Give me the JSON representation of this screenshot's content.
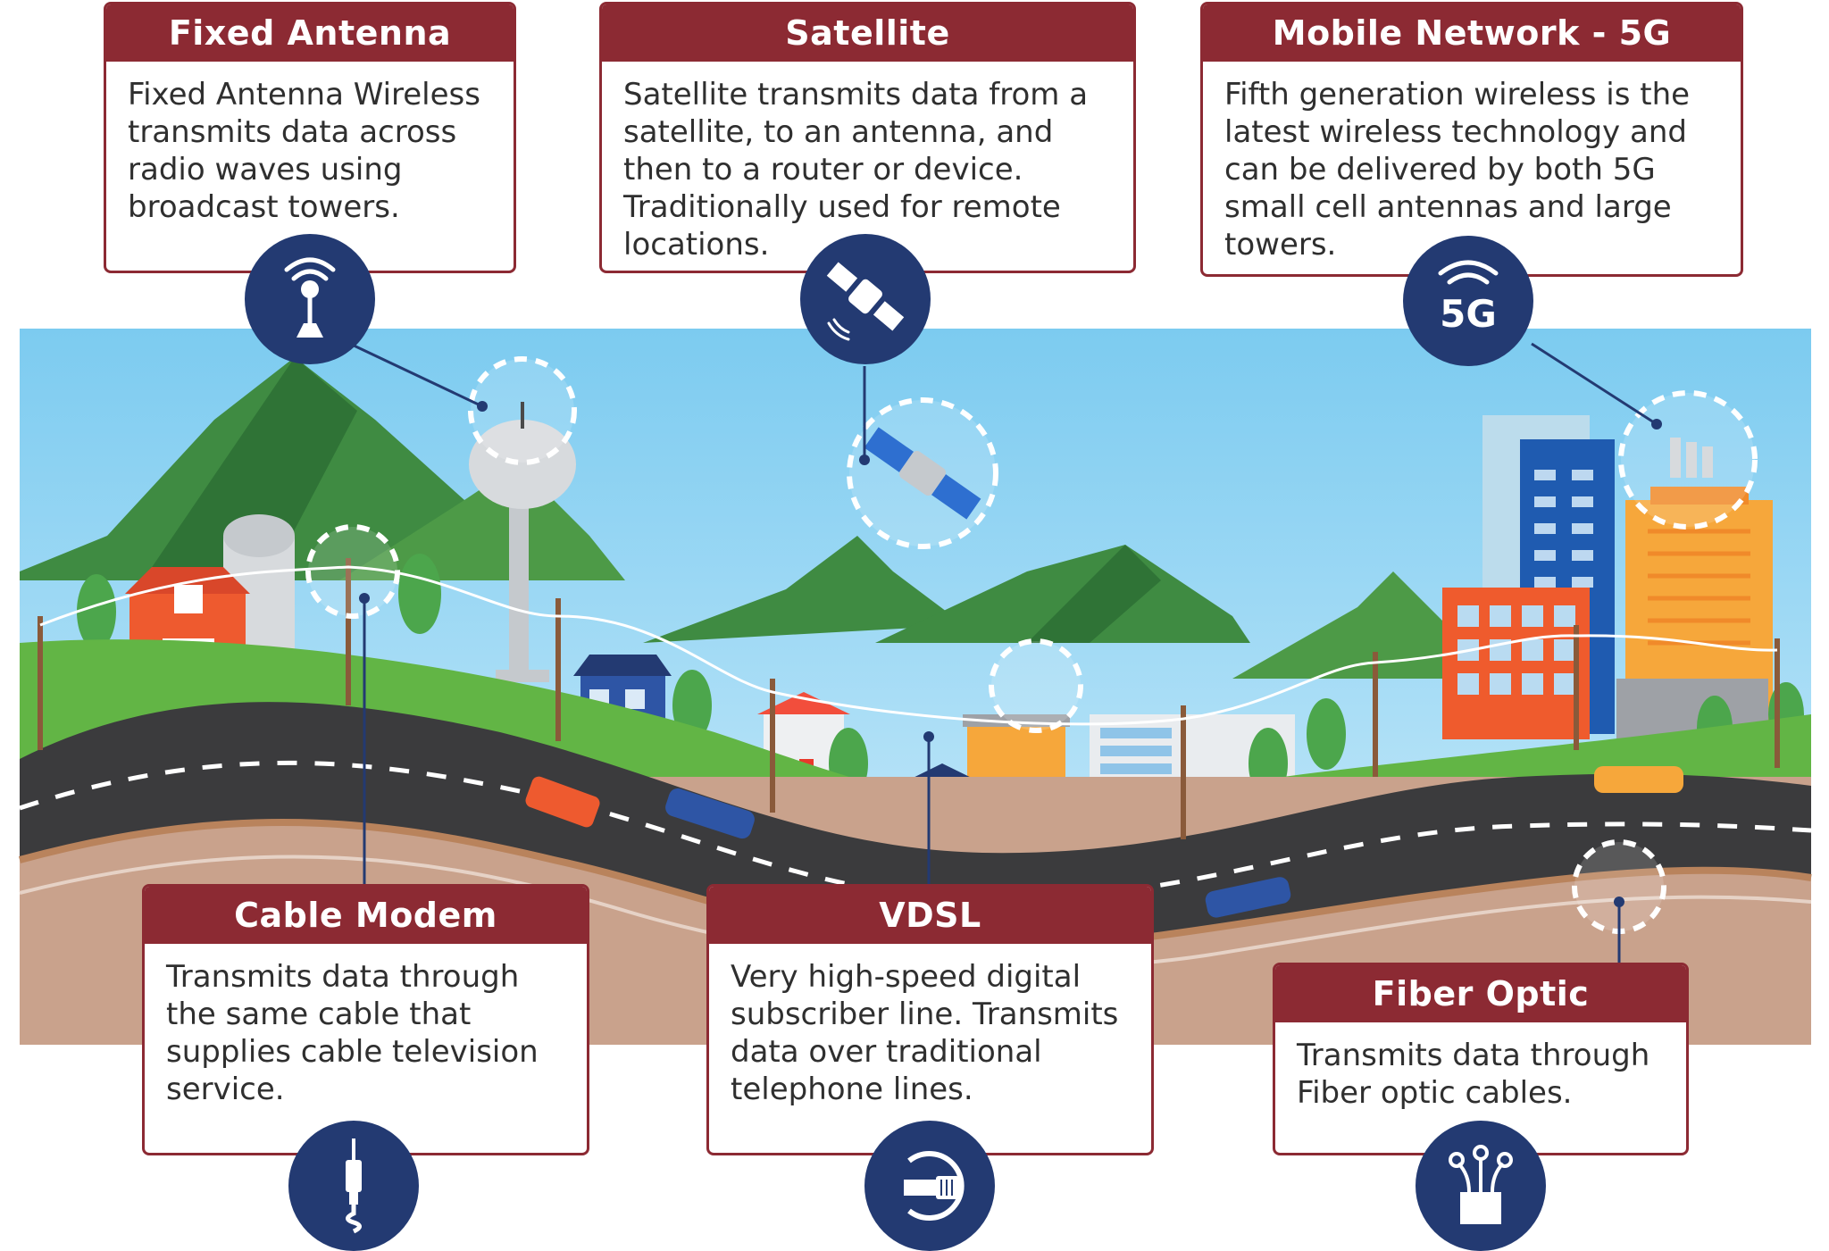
{
  "cards": {
    "fixed_antenna": {
      "title": "Fixed Antenna",
      "text": "Fixed Antenna Wireless transmits data across radio waves using broadcast towers."
    },
    "satellite": {
      "title": "Satellite",
      "text": "Satellite transmits data from a satellite, to an antenna, and then to a router or device. Traditionally used for remote locations."
    },
    "mobile_5g": {
      "title": "Mobile Network - 5G",
      "text": "Fifth generation wireless is the latest wireless technology and can be delivered by both 5G small cell antennas and large towers.",
      "icon_label": "5G"
    },
    "cable_modem": {
      "title": "Cable Modem",
      "text": "Transmits data through the same cable that supplies cable television service."
    },
    "vdsl": {
      "title": "VDSL",
      "text": "Very high-speed digital subscriber line. Transmits data over traditional telephone lines."
    },
    "fiber_optic": {
      "title": "Fiber Optic",
      "text": "Transmits data through Fiber optic cables."
    }
  },
  "icons": [
    "antenna-icon",
    "satellite-icon",
    "5g-icon",
    "coax-cable-icon",
    "ethernet-plug-icon",
    "fiber-optic-icon"
  ],
  "colors": {
    "header": "#8c2a33",
    "badge": "#233a72",
    "sky": "#a9dcf5",
    "grass": "#5fae45",
    "road": "#3b3b3d",
    "ground": "#c9a28c"
  }
}
